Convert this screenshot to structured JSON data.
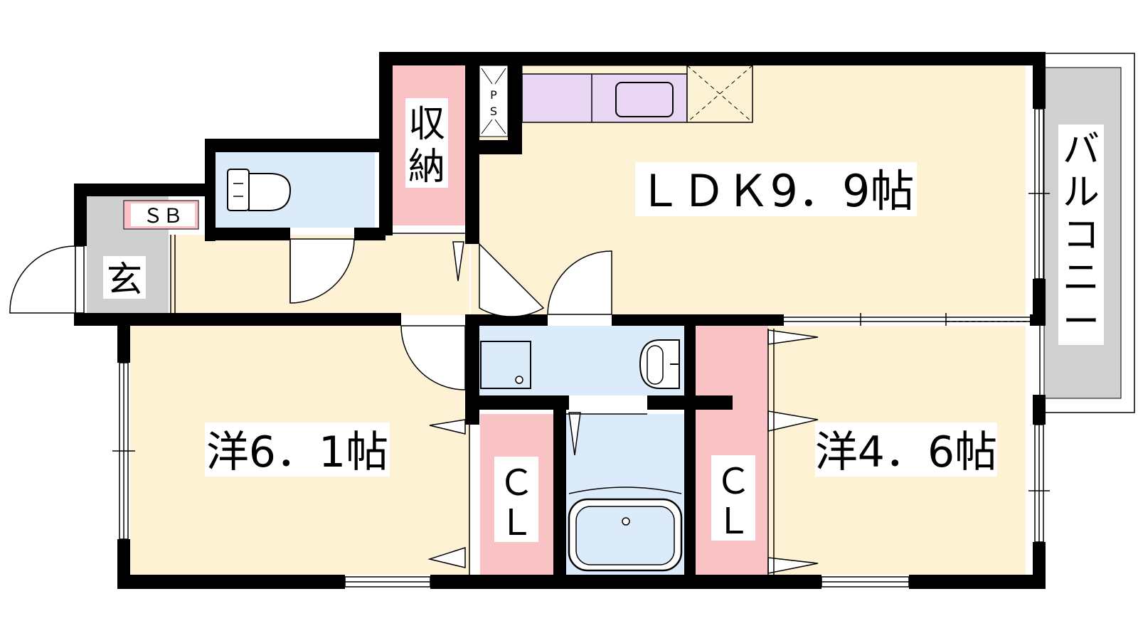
{
  "floorplan": {
    "rooms": {
      "ldk": {
        "label": "ＬＤＫ9．9帖"
      },
      "western_large": {
        "label": "洋6．1帖"
      },
      "western_small": {
        "label": "洋4．6帖"
      },
      "closet_left": {
        "label_line1": "Ｃ",
        "label_line2": "Ｌ"
      },
      "closet_right": {
        "label_line1": "Ｃ",
        "label_line2": "Ｌ"
      },
      "storage": {
        "label_line1": "収",
        "label_line2": "納"
      },
      "balcony": {
        "label_line1": "バ",
        "label_line2": "ル",
        "label_line3": "コ",
        "label_line4": "ニ",
        "label_line5": "ー"
      },
      "entrance": {
        "label": "玄"
      },
      "shoe_box": {
        "label": "ＳＢ"
      },
      "pipe_space": {
        "label_line1": "P",
        "label_line2": "S"
      }
    },
    "colors": {
      "wall": "#000000",
      "floor_cream": "#fdf2d4",
      "wet_blue": "#dcebfa",
      "closet_pink": "#f9c3c6",
      "entrance_gray": "#cfcfcf",
      "kitchen_purple": "#e8d6f2",
      "balcony_gray": "#d0d0d0"
    }
  }
}
